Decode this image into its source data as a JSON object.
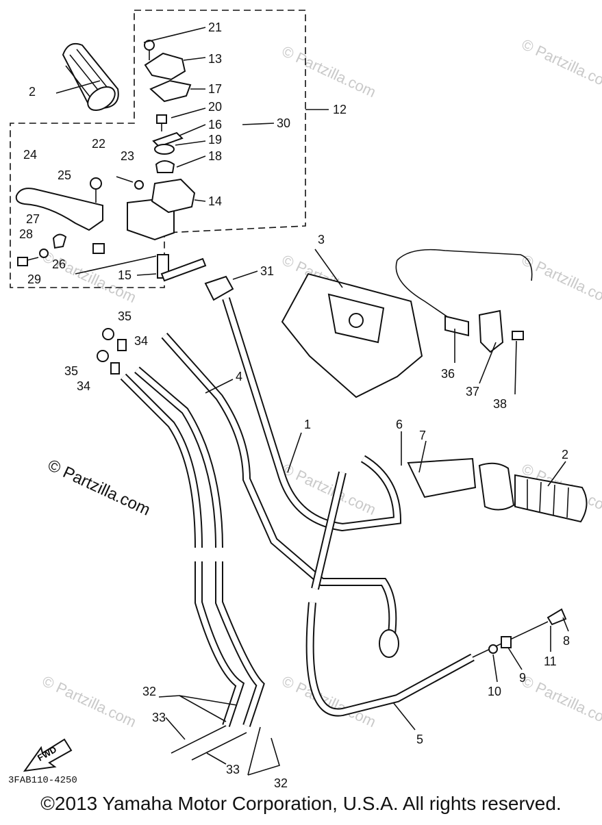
{
  "callouts": [
    "21",
    "13",
    "2",
    "17",
    "20",
    "16",
    "30",
    "12",
    "19",
    "18",
    "24",
    "22",
    "23",
    "25",
    "14",
    "27",
    "28",
    "26",
    "15",
    "29",
    "31",
    "3",
    "36",
    "37",
    "38",
    "35",
    "34",
    "35",
    "34",
    "4",
    "1",
    "6",
    "7",
    "2",
    "8",
    "11",
    "9",
    "10",
    "5",
    "32",
    "33",
    "33",
    "32"
  ],
  "fwd_label": "FWD",
  "diagram_code": "3FAB110-4250",
  "watermark_main": "© Partzilla.com",
  "watermark_faint": "© Partzilla.com",
  "copyright": "©2013 Yamaha Motor Corporation, U.S.A. All rights reserved."
}
